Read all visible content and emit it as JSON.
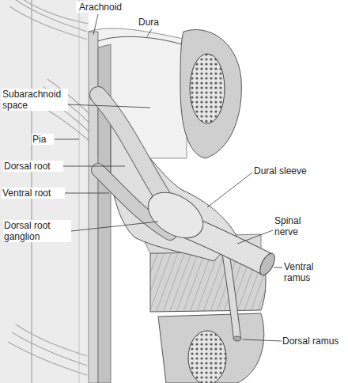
{
  "diagram": {
    "labels": [
      "Arachnoid",
      "Dura",
      "Subarachnoid space",
      "Pia",
      "Dorsal root",
      "Ventral root",
      "Dorsal root ganglion",
      "Dural sleeve",
      "Spinal nerve",
      "Ventral ramus",
      "Dorsal ramus"
    ]
  }
}
